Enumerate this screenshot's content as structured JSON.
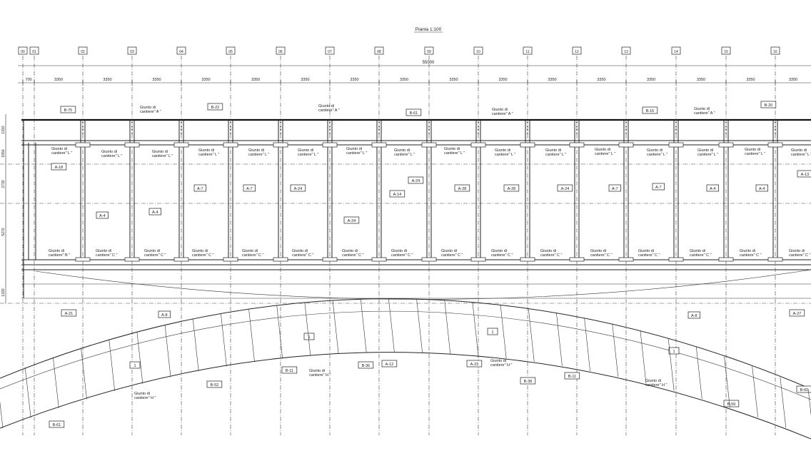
{
  "title": "Pianta  1:100",
  "total_dimension": "55000",
  "axes": [
    "00",
    "01",
    "02",
    "03",
    "04",
    "05",
    "06",
    "07",
    "08",
    "09",
    "10",
    "11",
    "12",
    "13",
    "14",
    "15",
    "16"
  ],
  "span_dims": [
    "700",
    "3350",
    "3350",
    "3350",
    "3350",
    "3350",
    "3350",
    "3350",
    "3350",
    "3350",
    "3350",
    "3350",
    "3350",
    "3350",
    "3350",
    "3350",
    "3350"
  ],
  "vertical_dims": [
    "1310",
    "1550",
    "2730",
    "5270",
    "1330"
  ],
  "labels_top": [
    "B-75",
    "B-22",
    "B-61",
    "B-16",
    "B-20"
  ],
  "labels_mid": [
    "A-4",
    "A-4",
    "A-7",
    "A-7",
    "A-24",
    "A-24",
    "A-14",
    "A-24",
    "A-28",
    "A-28",
    "A-24",
    "A-7",
    "A-7",
    "A-4",
    "A-4",
    "A-13",
    "A-18"
  ],
  "labels_low": [
    "A-21",
    "A-8",
    "A-8",
    "A-27"
  ],
  "labels_arc": [
    "B-11",
    "B-36",
    "A-12",
    "A-23",
    "B-38",
    "B-11",
    "B-52",
    "B-59",
    "B-61",
    "B-60"
  ],
  "joint_A": "Giunto di cantiere\" A \"",
  "joint_L": "Giunto di cantiere\" L \"",
  "joint_C": "Giunto di cantiere\" C \"",
  "joint_B": "Giunto di cantiere\" B \"",
  "joint_H": "Giunto di cantiere\" H \"",
  "joint_prefix": "Giunto di",
  "joint_A_line": "cantiere\" A \"",
  "joint_L_line": "cantiere\" L \"",
  "joint_C_line": "cantiere\" C \"",
  "joint_B_line": "cantiere\" B \"",
  "joint_H_line": "cantiere\" H \"",
  "marks": [
    "1",
    "1",
    "1",
    "1"
  ]
}
